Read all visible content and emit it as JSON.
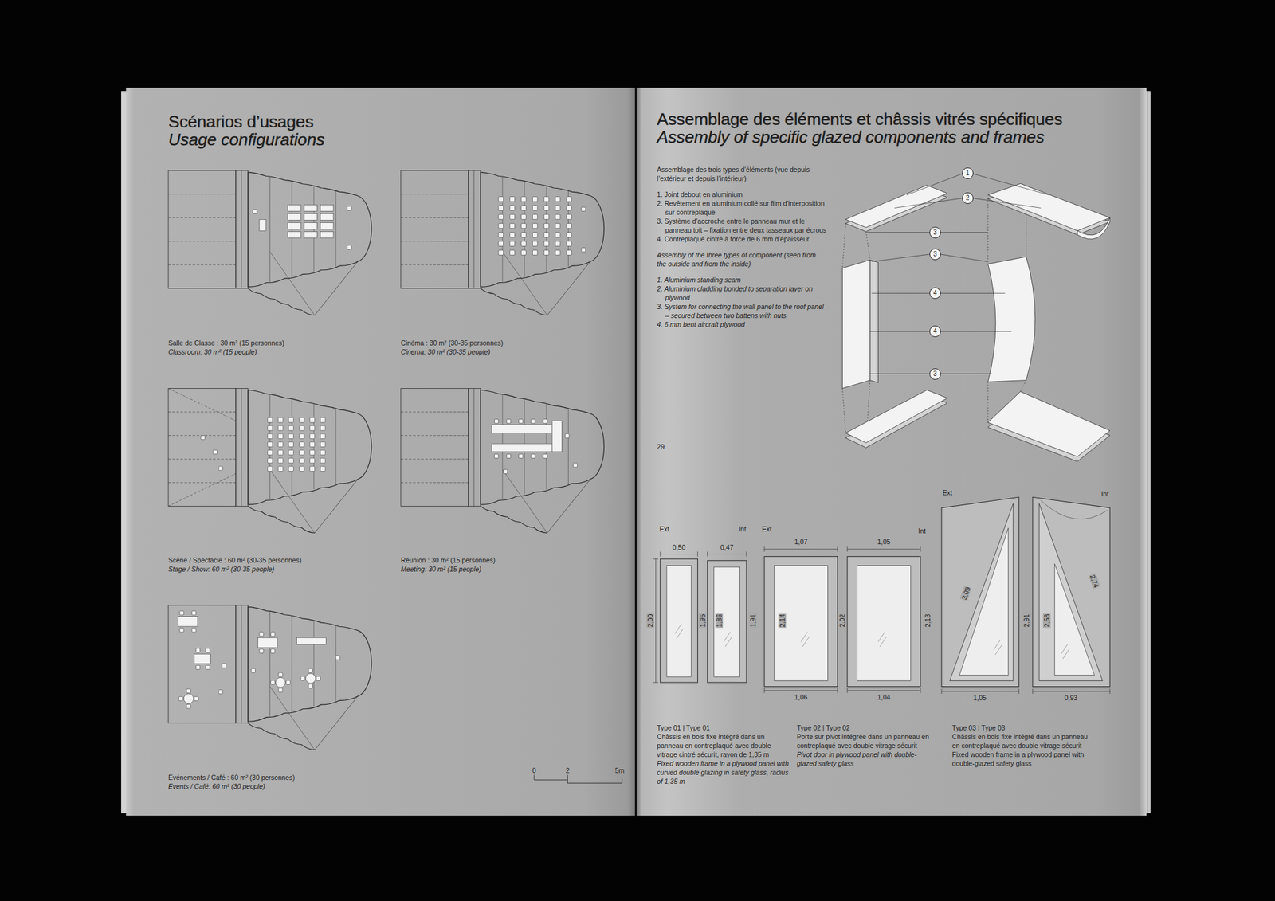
{
  "diagram": {
    "nodes": [
      {
        "text": [
          "Scénarios d’usages",
          "Usage configurations"
        ]
      },
      {
        "text": [
          "Assemblage des éléments et châssis vitrés spécifiques",
          "Assembly of specific glazed components and frames"
        ]
      },
      {
        "text": [
          "1"
        ],
        "in": 1
      },
      {
        "text": [
          "2"
        ],
        "in": 1
      },
      {
        "text": [
          "3"
        ],
        "in": 1
      },
      {
        "text": [
          "3"
        ],
        "in": 1
      },
      {
        "text": [
          "4"
        ],
        "in": 1
      },
      {
        "text": [
          "4"
        ],
        "in": 1
      },
      {
        "text": [
          "3"
        ],
        "in": 1
      }
    ],
    "labels": [
      "Salle de Classe : 30 m² (15 personnes)",
      "Classroom: 30 m² (15 people)",
      "Cinéma : 30 m² (30-35 personnes)",
      "Cinema: 30 m² (30-35 people)",
      "Scène / Spectacle : 60 m² (30-35 personnes)",
      "Stage / Show: 60 m² (30-35 people)",
      "Réunion : 30 m² (15 personnes)",
      "Meeting: 30 m² (15 people)",
      "Événements / Café : 60 m² (30 personnes)",
      "Events / Café: 60 m² (30 people)",
      "0",
      "2",
      "5m",
      "Assemblage des trois types d’éléments (vue depuis l’extérieur et depuis l’intérieur)",
      "1. Joint debout en aluminium",
      "2. Revêtement en aluminium collé sur film d’interposition sur contreplaqué",
      "3. Système d’accroche entre le panneau mur et le panneau toit – fixation entre deux tasseaux par écrous",
      "4. Contreplaqué cintré à force de 6 mm d’épaisseur",
      "Assembly of the three types of component (seen from the outside and from the inside)",
      "1. Aluminium standing seam",
      "2. Aluminium cladding bonded to separation layer on plywood",
      "3. System for connecting the wall panel to the roof panel – secured between two battens with nuts",
      "4. 6 mm bent aircraft plywood",
      "29",
      "Ext",
      "0,50",
      "0,47",
      "Int",
      "2,00",
      "1,95",
      "1,86",
      "1,91",
      "Ext",
      "1,07",
      "1,05",
      "Int",
      "2,14",
      "2,02",
      "2,13",
      "1,06",
      "1,04",
      "Ext",
      "Int",
      "3,09",
      "2,91",
      "2,58",
      "2,74",
      "1,05",
      "0,93",
      "Type 01 | Type 01",
      "Châssis en bois fixe intégré dans un panneau en contreplaqué avec double vitrage cintré sécurit, rayon de 1,35 m",
      "Fixed wooden frame in a plywood panel with curved double glazing in safety glass, radius of 1,35 m",
      "Type 02 | Type 02",
      "Porte sur pivot intégrée dans un panneau en contreplaqué avec double vitrage sécurit",
      "Pivot door in plywood panel with double-glazed safety glass",
      "Type 03 | Type 03",
      "Châssis en bois fixe intégré dans un panneau en contreplaqué avec double vitrage sécurit",
      "Fixed wooden frame in a plywood panel with double-glazed safety glass"
    ]
  }
}
